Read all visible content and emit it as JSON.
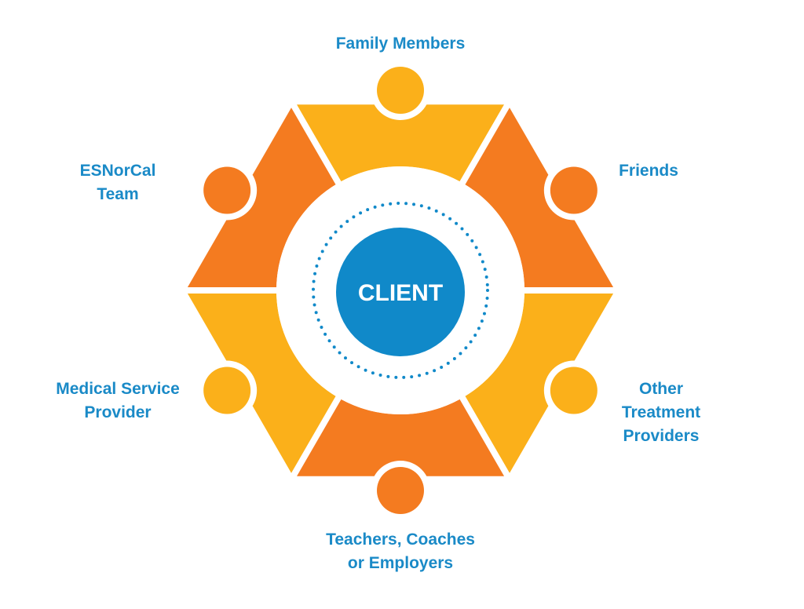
{
  "center": {
    "label": "CLIENT"
  },
  "segments": [
    {
      "id": "family-members",
      "lines": [
        "Family Members"
      ],
      "color": "#fbb01a"
    },
    {
      "id": "friends",
      "lines": [
        "Friends"
      ],
      "color": "#f47b20"
    },
    {
      "id": "other-treatment-providers",
      "lines": [
        "Other",
        "Treatment",
        "Providers"
      ],
      "color": "#fbb01a"
    },
    {
      "id": "teachers-coaches-employers",
      "lines": [
        "Teachers, Coaches",
        "or Employers"
      ],
      "color": "#f47b20"
    },
    {
      "id": "medical-service-provider",
      "lines": [
        "Medical Service",
        "Provider"
      ],
      "color": "#fbb01a"
    },
    {
      "id": "esnorcal-team",
      "lines": [
        "ESNorCal",
        "Team"
      ],
      "color": "#f47b20"
    }
  ],
  "colors": {
    "label_blue": "#1a8ac7",
    "center_blue": "#1089c9",
    "orange": "#f47b20",
    "yellow": "#fbb01a"
  }
}
